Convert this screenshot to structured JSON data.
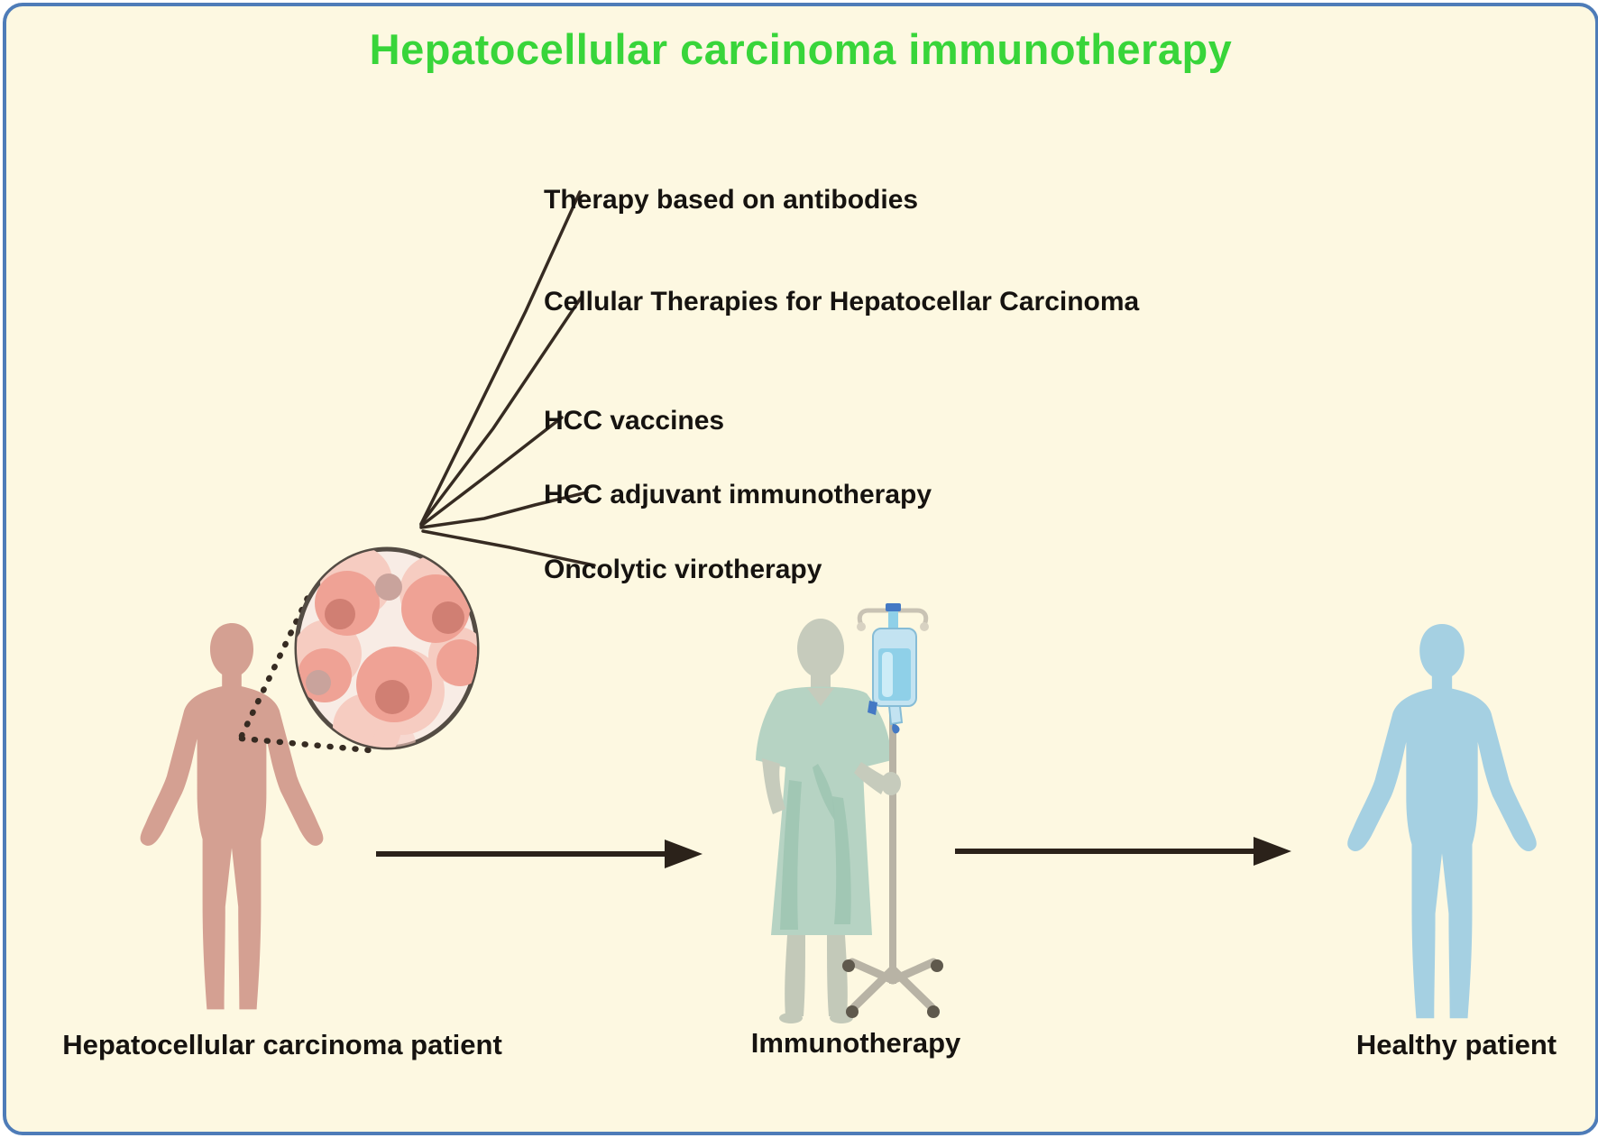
{
  "title": {
    "text": "Hepatocellular carcinoma immunotherapy"
  },
  "therapies": [
    {
      "label": "Therapy based on antibodies"
    },
    {
      "label": "Cellular Therapies for Hepatocellar Carcinoma"
    },
    {
      "label": "HCC vaccines"
    },
    {
      "label": "HCC adjuvant immunotherapy"
    },
    {
      "label": "Oncolytic virotherapy"
    }
  ],
  "captions": {
    "left": "Hepatocellular carcinoma patient",
    "middle": "Immunotherapy",
    "right": "Healthy patient"
  },
  "colors": {
    "bg": "#fdf8e1",
    "border": "#4e7cb8",
    "title_green": "#38d53a",
    "text_dark": "#161310",
    "line_dark": "#362b22",
    "arrow_dark": "#2b221a",
    "patient_pink": "#d4a092",
    "patient_blue": "#a5d0e2",
    "gown_green": "#b6d3c3",
    "pole_gray": "#b8b3a5",
    "bag_blue": "#8fd0e8",
    "cell_pink": "#efa295",
    "cell_nucleus": "#d07f73",
    "circle_fill": "#f8ece5",
    "circle_stroke": "#544c44"
  }
}
